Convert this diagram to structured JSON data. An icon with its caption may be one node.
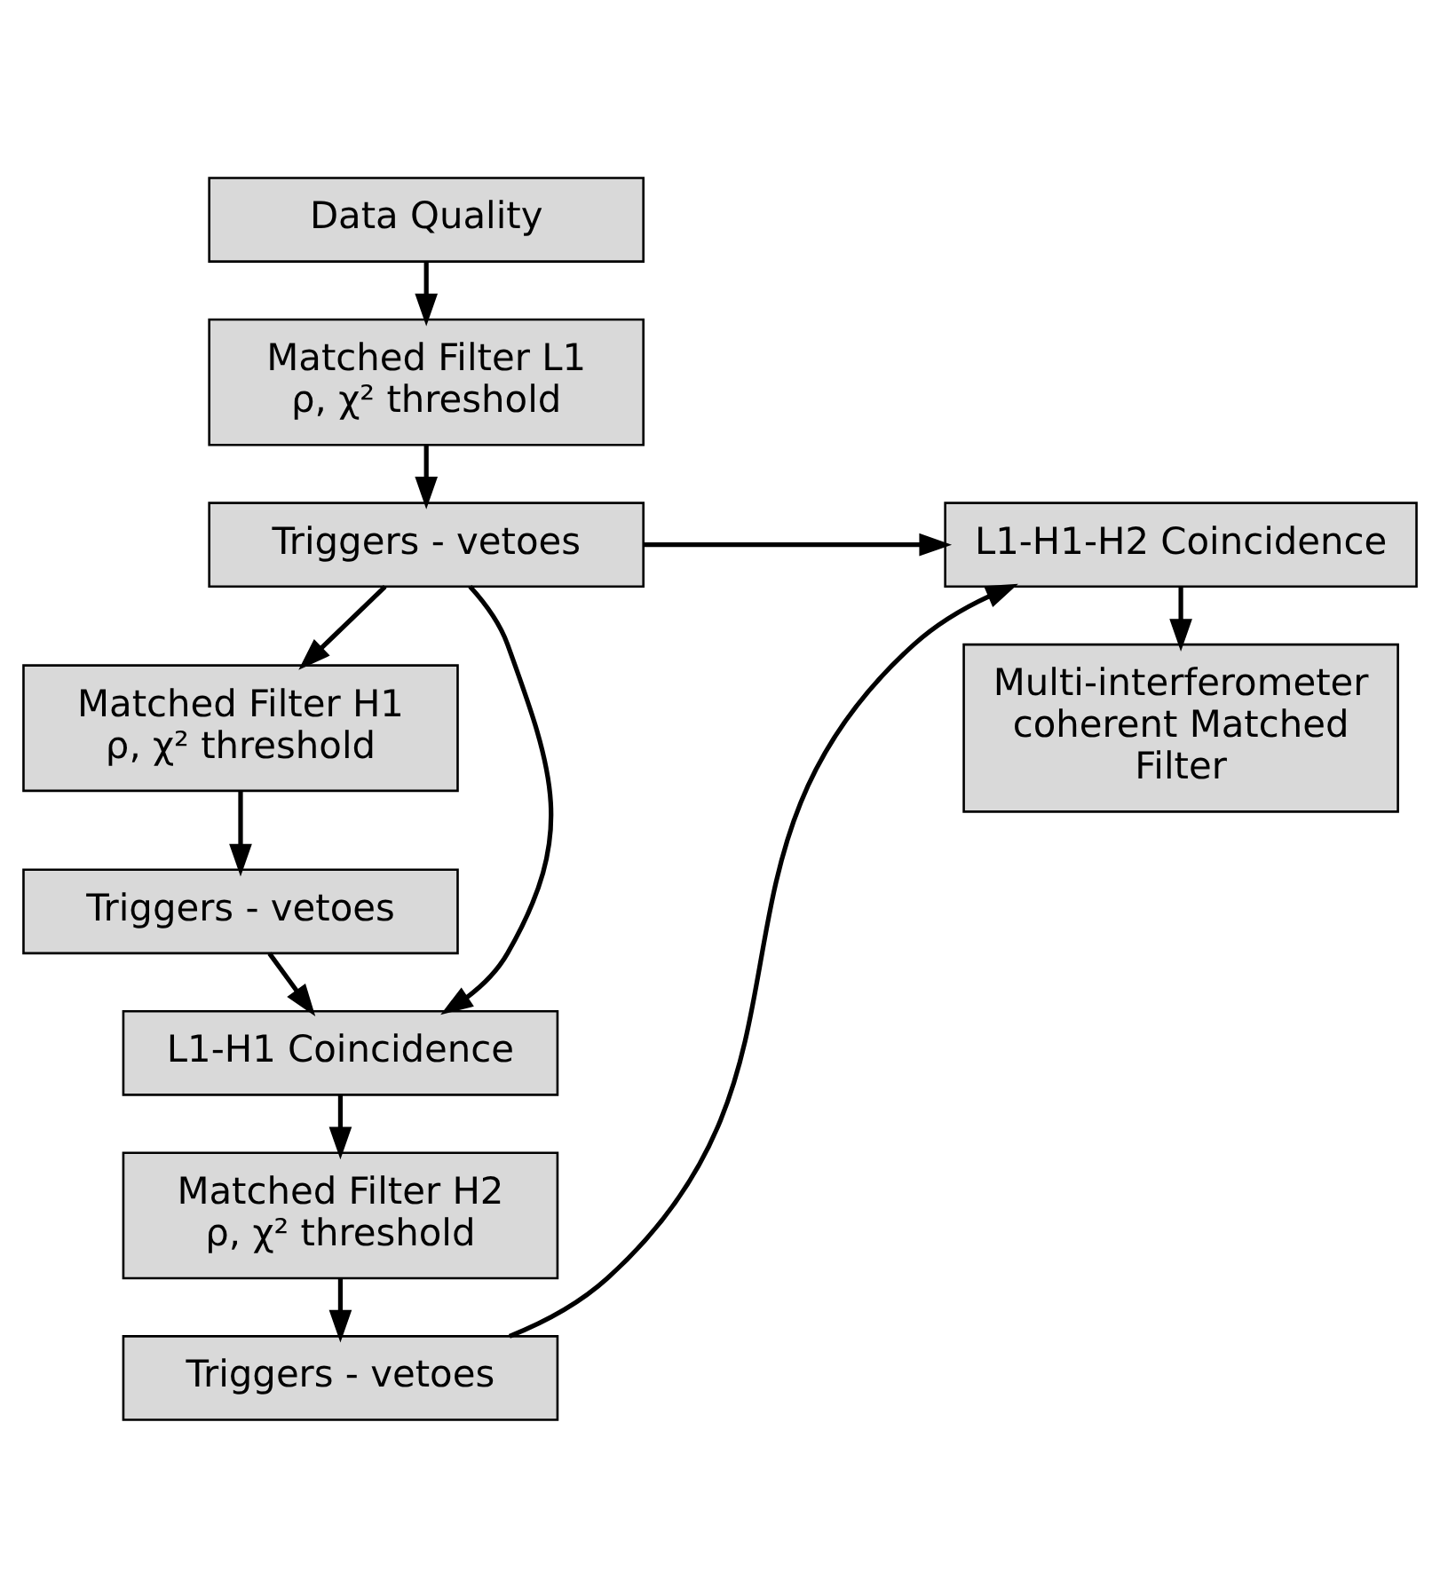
{
  "diagram": {
    "nodes": [
      {
        "text": [
          "Data Quality"
        ]
      },
      {
        "text": [
          "Matched Filter L1",
          "ρ, χ² threshold"
        ]
      },
      {
        "text": [
          "Triggers - vetoes"
        ]
      },
      {
        "text": [
          "Matched Filter H1",
          "ρ, χ² threshold"
        ]
      },
      {
        "text": [
          "Triggers - vetoes"
        ]
      },
      {
        "text": [
          "L1-H1 Coincidence"
        ]
      },
      {
        "text": [
          "Matched Filter H2",
          "ρ, χ² threshold"
        ]
      },
      {
        "text": [
          "Triggers - vetoes"
        ]
      },
      {
        "text": [
          "L1-H1-H2 Coincidence"
        ]
      },
      {
        "text": [
          "Multi-interferometer coherent Matched Filter"
        ]
      }
    ],
    "edges": [
      {
        "from": 0,
        "to": 1,
        "arrow": "to"
      },
      {
        "from": 1,
        "to": 2,
        "arrow": "to"
      },
      {
        "from": 2,
        "to": 8,
        "arrow": "to"
      },
      {
        "from": 2,
        "to": 5,
        "arrow": "to"
      },
      {
        "from": 2,
        "to": 3,
        "arrow": "to"
      },
      {
        "from": 3,
        "to": 4,
        "arrow": "to"
      },
      {
        "from": 4,
        "to": 5,
        "arrow": "to"
      },
      {
        "from": 5,
        "to": 6,
        "arrow": "to"
      },
      {
        "from": 6,
        "to": 7,
        "arrow": "to"
      },
      {
        "from": 7,
        "to": 8,
        "arrow": "to"
      },
      {
        "from": 8,
        "to": 9,
        "arrow": "to"
      }
    ]
  }
}
